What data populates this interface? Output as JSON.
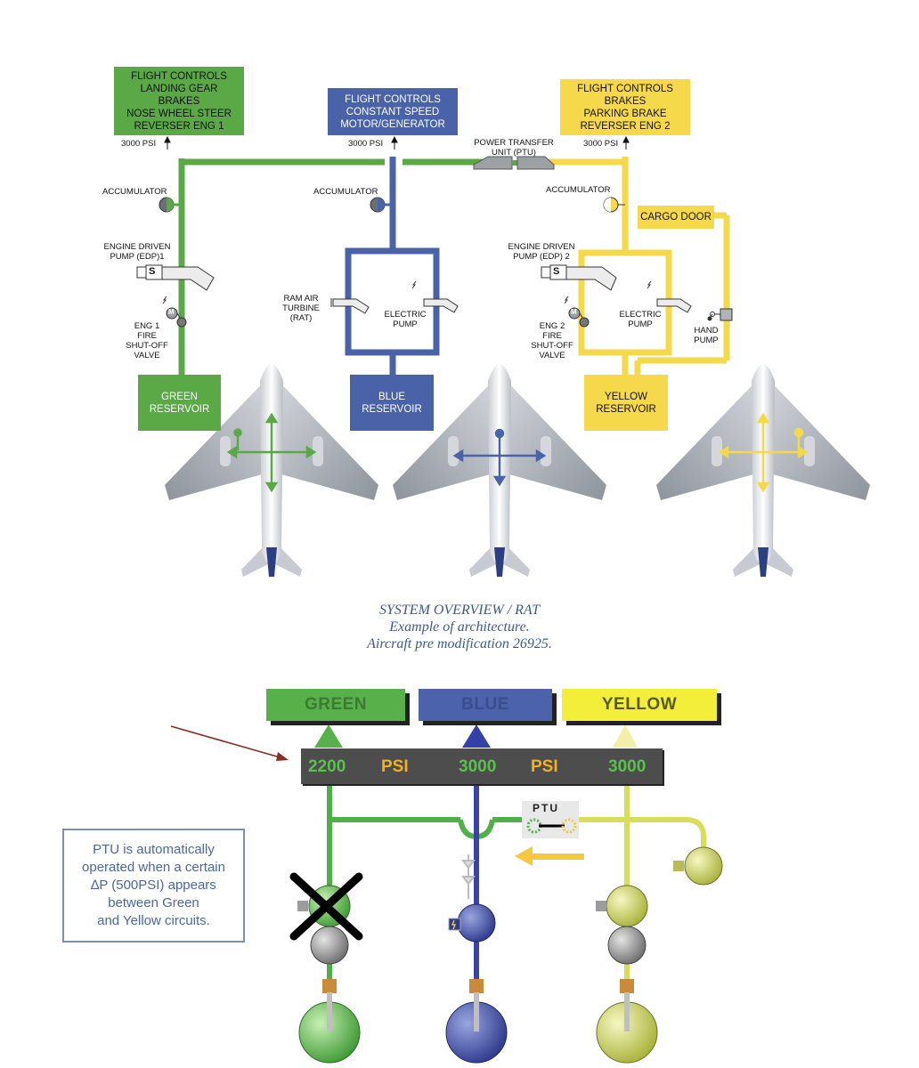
{
  "top_diagram": {
    "green": {
      "users": "FLIGHT CONTROLS\nLANDING GEAR\nBRAKES\nNOSE WHEEL STEER\nREVERSER ENG 1",
      "pressure": "3000 PSI",
      "accumulator": "ACCUMULATOR",
      "pump": "ENGINE DRIVEN\nPUMP (EDP)1",
      "pump_symbol": "S",
      "valve": "ENG 1\nFIRE\nSHUT-OFF\nVALVE",
      "motor_symbol": "M",
      "reservoir": "GREEN\nRESERVOIR",
      "color": "#5aa846"
    },
    "blue": {
      "users": "FLIGHT CONTROLS\nCONSTANT SPEED\nMOTOR/GENERATOR",
      "pressure": "3000 PSI",
      "accumulator": "ACCUMULATOR",
      "rat": "RAM AIR\nTURBINE\n(RAT)",
      "electric_pump": "ELECTRIC\nPUMP",
      "reservoir": "BLUE\nRESERVOIR",
      "color": "#4a63a8"
    },
    "yellow": {
      "users": "FLIGHT CONTROLS\nBRAKES\nPARKING BRAKE\nREVERSER ENG 2",
      "pressure": "3000 PSI",
      "accumulator": "ACCUMULATOR",
      "cargo_door": "CARGO DOOR",
      "pump": "ENGINE DRIVEN\nPUMP (EDP) 2",
      "pump_symbol": "S",
      "valve": "ENG 2\nFIRE\nSHUT-OFF\nVALVE",
      "motor_symbol": "M",
      "electric_pump": "ELECTRIC\nPUMP",
      "hand_pump": "HAND\nPUMP",
      "reservoir": "YELLOW\nRESERVOIR",
      "color": "#f6d94a"
    },
    "ptu": "POWER TRANSFER\nUNIT (PTU)"
  },
  "caption": {
    "line1": "SYSTEM OVERVIEW / RAT",
    "line2": "Example of architecture.",
    "line3": "Aircraft pre modification 26925."
  },
  "ecam": {
    "green_label": "GREEN",
    "blue_label": "BLUE",
    "yellow_label": "YELLOW",
    "green_psi": "2200",
    "psi_unit_1": "PSI",
    "blue_psi": "3000",
    "psi_unit_2": "PSI",
    "yellow_psi": "3000",
    "ptu_label": "PTU",
    "green_header_color": "#58b04a",
    "blue_header_color": "#4c62ab",
    "yellow_header_color": "#f2ee3a"
  },
  "note": "PTU is automatically\noperated when a certain\n∆P (500PSI) appears\nbetween Green\nand Yellow circuits."
}
